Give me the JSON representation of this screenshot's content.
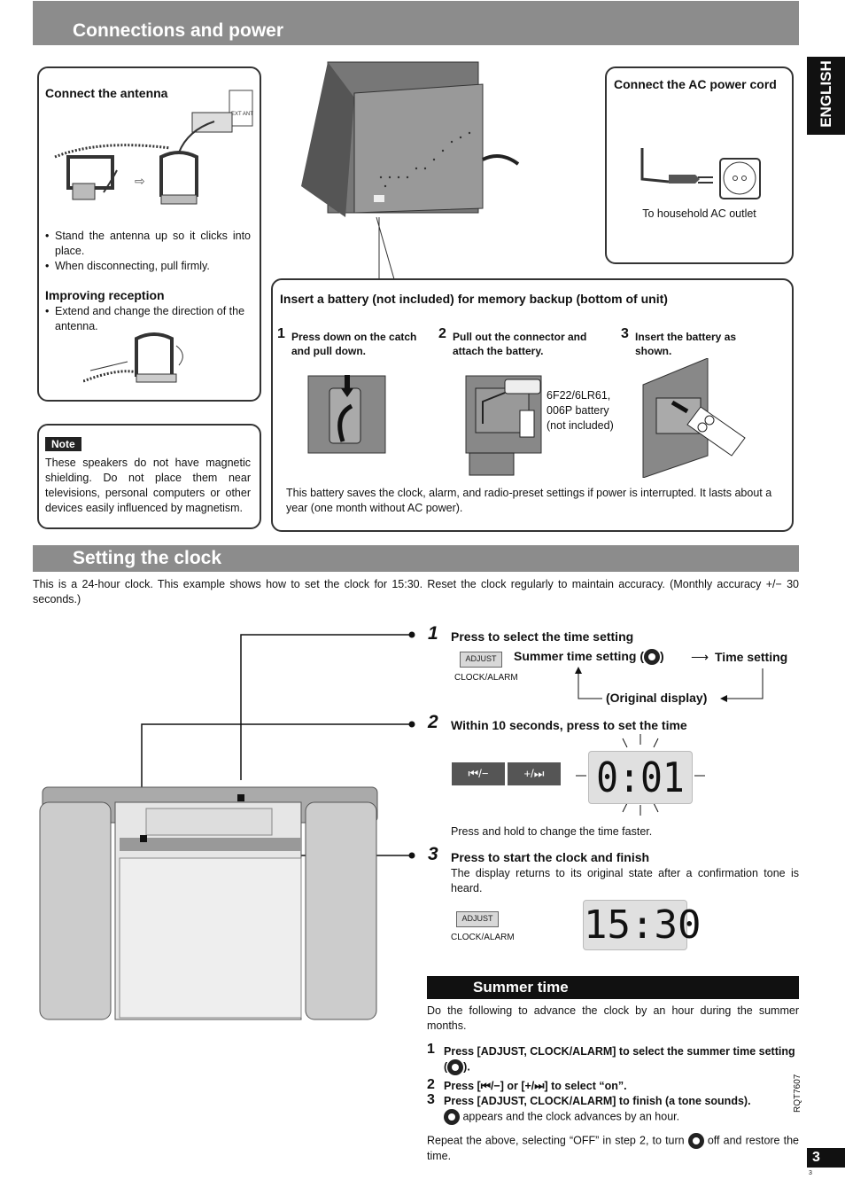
{
  "sections": {
    "connections_title": "Connections and power",
    "clock_title": "Setting the clock",
    "summer_title": "Summer time"
  },
  "side_tab": {
    "language": "ENGLISH"
  },
  "antenna": {
    "heading": "Connect the antenna",
    "ext_ant": "EXT ANT",
    "bullets": [
      "Stand the antenna up so it clicks into place.",
      "When disconnecting, pull firmly."
    ],
    "improving_heading": "Improving reception",
    "improving_bullet": "Extend and change the direction of the antenna."
  },
  "ac": {
    "heading": "Connect the AC power cord",
    "outlet_label": "To household AC outlet"
  },
  "note": {
    "tag": "Note",
    "text": "These speakers do not have magnetic shielding. Do not place them near televisions, personal computers or other devices easily influenced by magnetism."
  },
  "battery": {
    "heading": "Insert a battery (not included) for memory backup (bottom of unit)",
    "steps": [
      {
        "num": "1",
        "text": "Press down on the catch and pull down."
      },
      {
        "num": "2",
        "text": "Pull out the connector and attach the battery."
      },
      {
        "num": "3",
        "text": "Insert the battery as shown."
      }
    ],
    "battery_label": "6F22/6LR61, 006P battery (not included)",
    "footer": "This battery saves the clock, alarm, and radio-preset settings if power is interrupted. It lasts about a year (one month without AC power)."
  },
  "clock": {
    "intro": "This is a 24-hour clock. This example shows how to set the clock for 15:30. Reset the clock regularly to maintain accuracy. (Monthly accuracy +/− 30 seconds.)",
    "step1": {
      "num": "1",
      "title": "Press to select the time setting",
      "adjust": "ADJUST",
      "clock_alarm": "CLOCK/ALARM",
      "summer_setting": "Summer time setting (",
      "summer_close": ")",
      "time_setting": "Time setting",
      "original": "(Original display)"
    },
    "step2": {
      "num": "2",
      "title": "Within 10 seconds, press to set the time",
      "btn_prev": "⏮/−",
      "btn_next": "+/⏭",
      "lcd": "0:01",
      "hold": "Press and hold to change the time faster."
    },
    "step3": {
      "num": "3",
      "title": "Press to start the clock and finish",
      "desc": "The display returns to its original state after a confirmation tone is heard.",
      "adjust": "ADJUST",
      "clock_alarm": "CLOCK/ALARM",
      "lcd": "15:30"
    }
  },
  "summer": {
    "intro": "Do the following to advance the clock by an hour during the summer months.",
    "s1_num": "1",
    "s1": "Press [ADJUST, CLOCK/ALARM] to select the summer time setting (",
    "s1_end": ").",
    "s2_num": "2",
    "s2": "Press [⏮/−] or [+/⏭] to select “on”.",
    "s3_num": "3",
    "s3": "Press [ADJUST, CLOCK/ALARM] to finish (a tone sounds).",
    "s3_sub": "appears and the clock advances by an hour.",
    "repeat_a": "Repeat the above, selecting “OFF” in step 2, to turn",
    "repeat_b": "off and restore the time."
  },
  "footer": {
    "code": "RQT7607",
    "page": "3",
    "page_small": "3"
  }
}
